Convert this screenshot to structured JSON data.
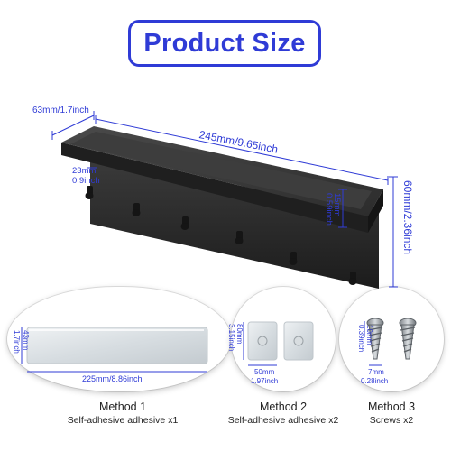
{
  "title": "Product Size",
  "colors": {
    "accent": "#2f3bd6",
    "product": "#2a2a2a"
  },
  "dimensions": {
    "depth": "63mm/1.7inch",
    "length": "245mm/9.65inch",
    "hook_spacing_1": "23mm",
    "hook_spacing_2": "0.9inch",
    "lip_height_1": "15mm",
    "lip_height_2": "0.59inch",
    "height": "60mm/2.36inch"
  },
  "methods": [
    {
      "title": "Method 1",
      "subtitle": "Self-adhesive adhesive x1",
      "dim_h_1": "43mm",
      "dim_h_2": "1.7inch",
      "dim_w": "225mm/8.86inch"
    },
    {
      "title": "Method 2",
      "subtitle": "Self-adhesive adhesive x2",
      "dim_h_1": "80mm",
      "dim_h_2": "3.15inch",
      "dim_w_1": "50mm",
      "dim_w_2": "1.97inch"
    },
    {
      "title": "Method 3",
      "subtitle": "Screws x2",
      "dim_h_1": "10mm",
      "dim_h_2": "0.39inch",
      "dim_w_1": "7mm",
      "dim_w_2": "0.28inch"
    }
  ]
}
